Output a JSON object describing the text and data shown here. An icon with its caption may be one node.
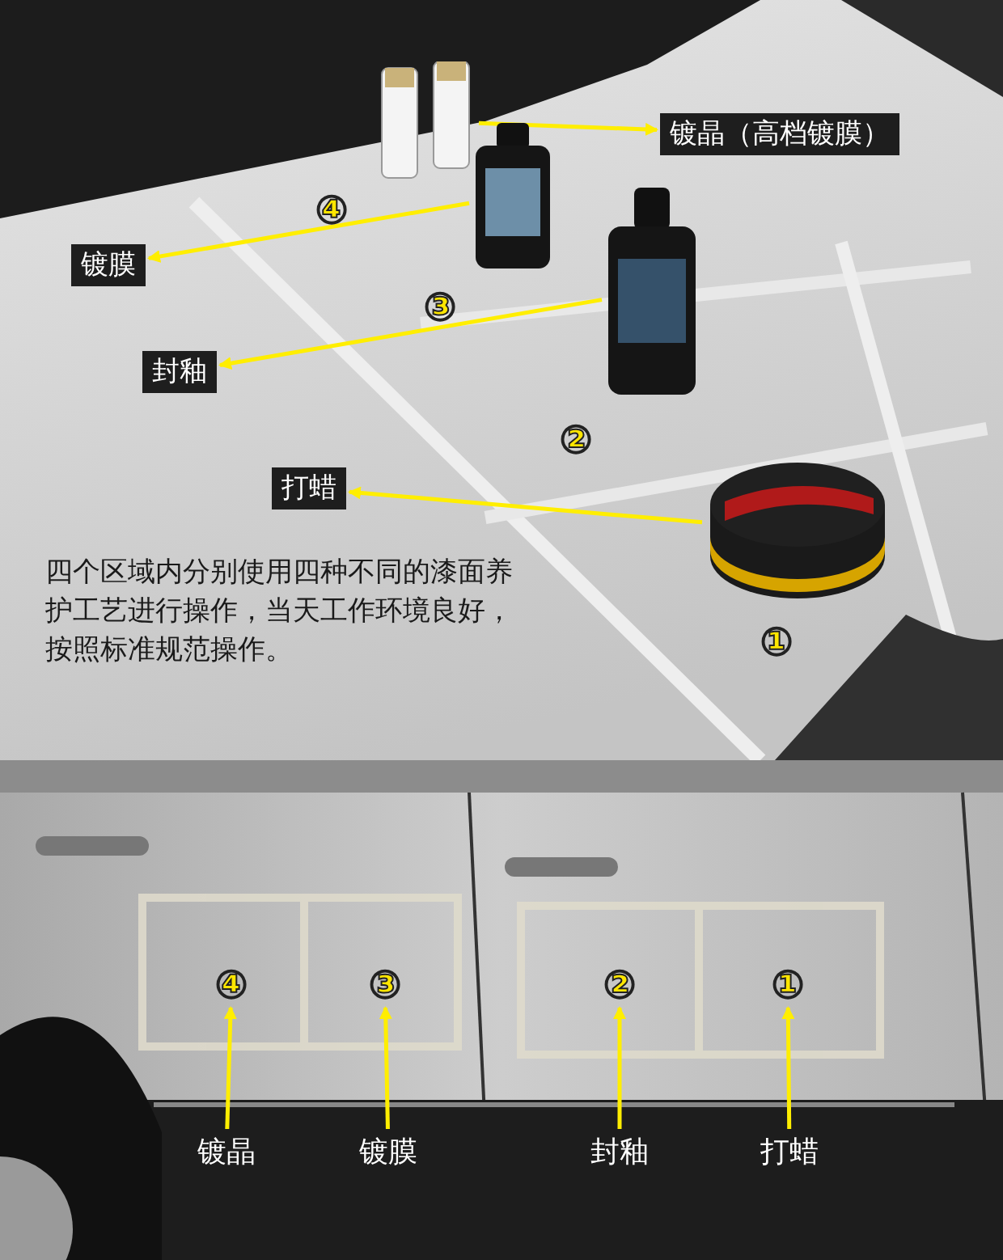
{
  "diagram": {
    "nodes": [
      {
        "text": [
          "镀晶（高档镀膜）"
        ]
      },
      {
        "text": [
          "镀膜"
        ]
      },
      {
        "text": [
          "封釉"
        ]
      },
      {
        "text": [
          "打蜡"
        ]
      },
      {
        "text": [],
        "shape": "picture"
      },
      {
        "text": [],
        "shape": "picture"
      },
      {
        "text": [],
        "shape": "picture"
      },
      {
        "text": [],
        "shape": "picture"
      },
      {
        "text": [
          "④"
        ]
      },
      {
        "text": [
          "③"
        ]
      },
      {
        "text": [
          "②"
        ]
      },
      {
        "text": [
          "①"
        ]
      },
      {
        "text": [
          "④"
        ]
      },
      {
        "text": [
          "③"
        ]
      },
      {
        "text": [
          "②"
        ]
      },
      {
        "text": [
          "①"
        ]
      },
      {
        "text": [
          "镀晶"
        ]
      },
      {
        "text": [
          "镀膜"
        ]
      },
      {
        "text": [
          "封釉"
        ]
      },
      {
        "text": [
          "打蜡"
        ]
      }
    ],
    "edges": [
      {
        "from": 4,
        "to": 0,
        "arrow": "to"
      },
      {
        "from": 5,
        "to": 1,
        "arrow": "to"
      },
      {
        "from": 6,
        "to": 2,
        "arrow": "to"
      },
      {
        "from": 7,
        "to": 3,
        "arrow": "to"
      },
      {
        "from": 16,
        "to": 12,
        "arrow": "to"
      },
      {
        "from": 17,
        "to": 13,
        "arrow": "to"
      },
      {
        "from": 18,
        "to": 14,
        "arrow": "to"
      },
      {
        "from": 19,
        "to": 15,
        "arrow": "to"
      }
    ],
    "labels": [
      "四个区域内分别使用四种不同的漆面养护工艺进行操作，当天工作环境良好，按照标准规范操作。"
    ]
  }
}
